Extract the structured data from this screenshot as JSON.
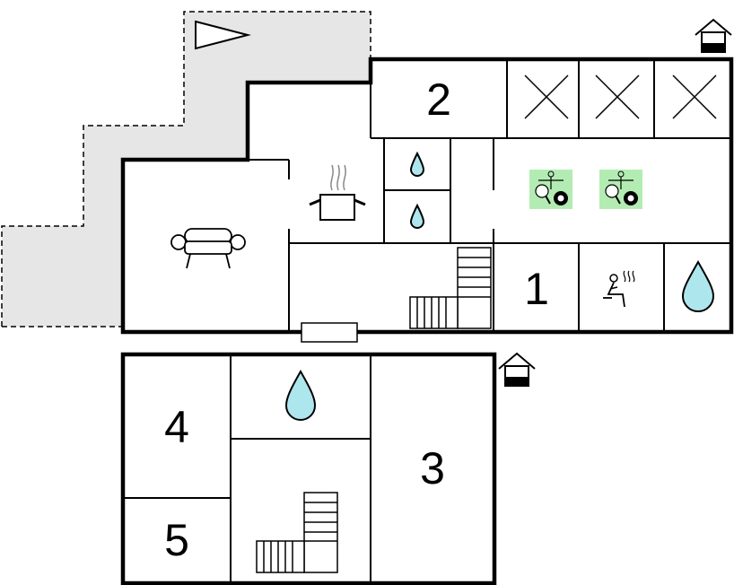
{
  "floor_upper": {
    "rooms": [
      {
        "id": "bedroom-2",
        "label": "2"
      },
      {
        "id": "bedroom-1",
        "label": "1"
      }
    ],
    "icons": [
      "terrace-flag-icon",
      "sofa-icon",
      "cooking-pot-icon",
      "water-drop-icon",
      "water-drop-icon",
      "water-drop-icon",
      "single-bed-icon",
      "single-bed-icon",
      "single-bed-icon",
      "foosball-icon",
      "table-tennis-icon",
      "billiard-ball-icon",
      "sauna-icon",
      "stairs-icon",
      "entrance-house-icon"
    ]
  },
  "floor_lower": {
    "rooms": [
      {
        "id": "bedroom-4",
        "label": "4"
      },
      {
        "id": "bedroom-5",
        "label": "5"
      },
      {
        "id": "bedroom-3",
        "label": "3"
      }
    ],
    "icons": [
      "water-drop-icon",
      "stairs-icon",
      "entrance-house-icon"
    ]
  },
  "colors": {
    "terrace": "#e6e6e6",
    "water": "#aee6ee",
    "games": "#b3ecb3",
    "wall": "#000000"
  }
}
